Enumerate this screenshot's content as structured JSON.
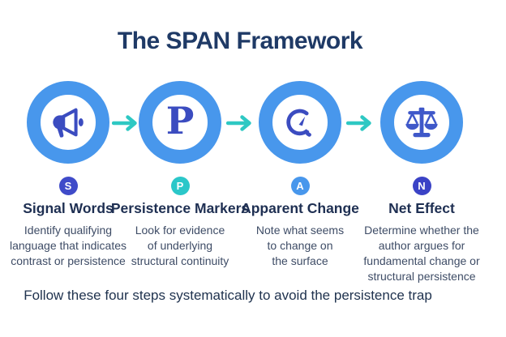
{
  "title": "The SPAN Framework",
  "footer": "Follow these four steps systematically to avoid the persistence trap",
  "colors": {
    "ring_blue": "#4897ec",
    "arrow_teal": "#2ec8c3",
    "icon_navy": "#3b4cc0",
    "scales_blue": "#3f58c9",
    "title_navy": "#1f3a66",
    "label_navy": "#1e2f52",
    "description_slate": "#3e4c66"
  },
  "steps": [
    {
      "letter": "S",
      "name": "Signal Words",
      "description": "Identify qualifying\nlanguage that indicates\ncontrast or persistence",
      "badge_color": "#3f4bc9",
      "icon": "megaphone-icon"
    },
    {
      "letter": "P",
      "name": "Persistence Markers",
      "description": "Look for evidence\nof underlying\nstructural continuity",
      "badge_color": "#2bc7c9",
      "icon": "letter-p-icon",
      "icon_glyph": "P"
    },
    {
      "letter": "A",
      "name": "Apparent Change",
      "description": "Note what seems\nto change on\nthe surface",
      "badge_color": "#4897ec",
      "icon": "clock-history-icon"
    },
    {
      "letter": "N",
      "name": "Net Effect",
      "description": "Determine whether the\nauthor argues for\nfundamental change or\nstructural persistence",
      "badge_color": "#3b43c6",
      "icon": "scales-icon"
    }
  ]
}
